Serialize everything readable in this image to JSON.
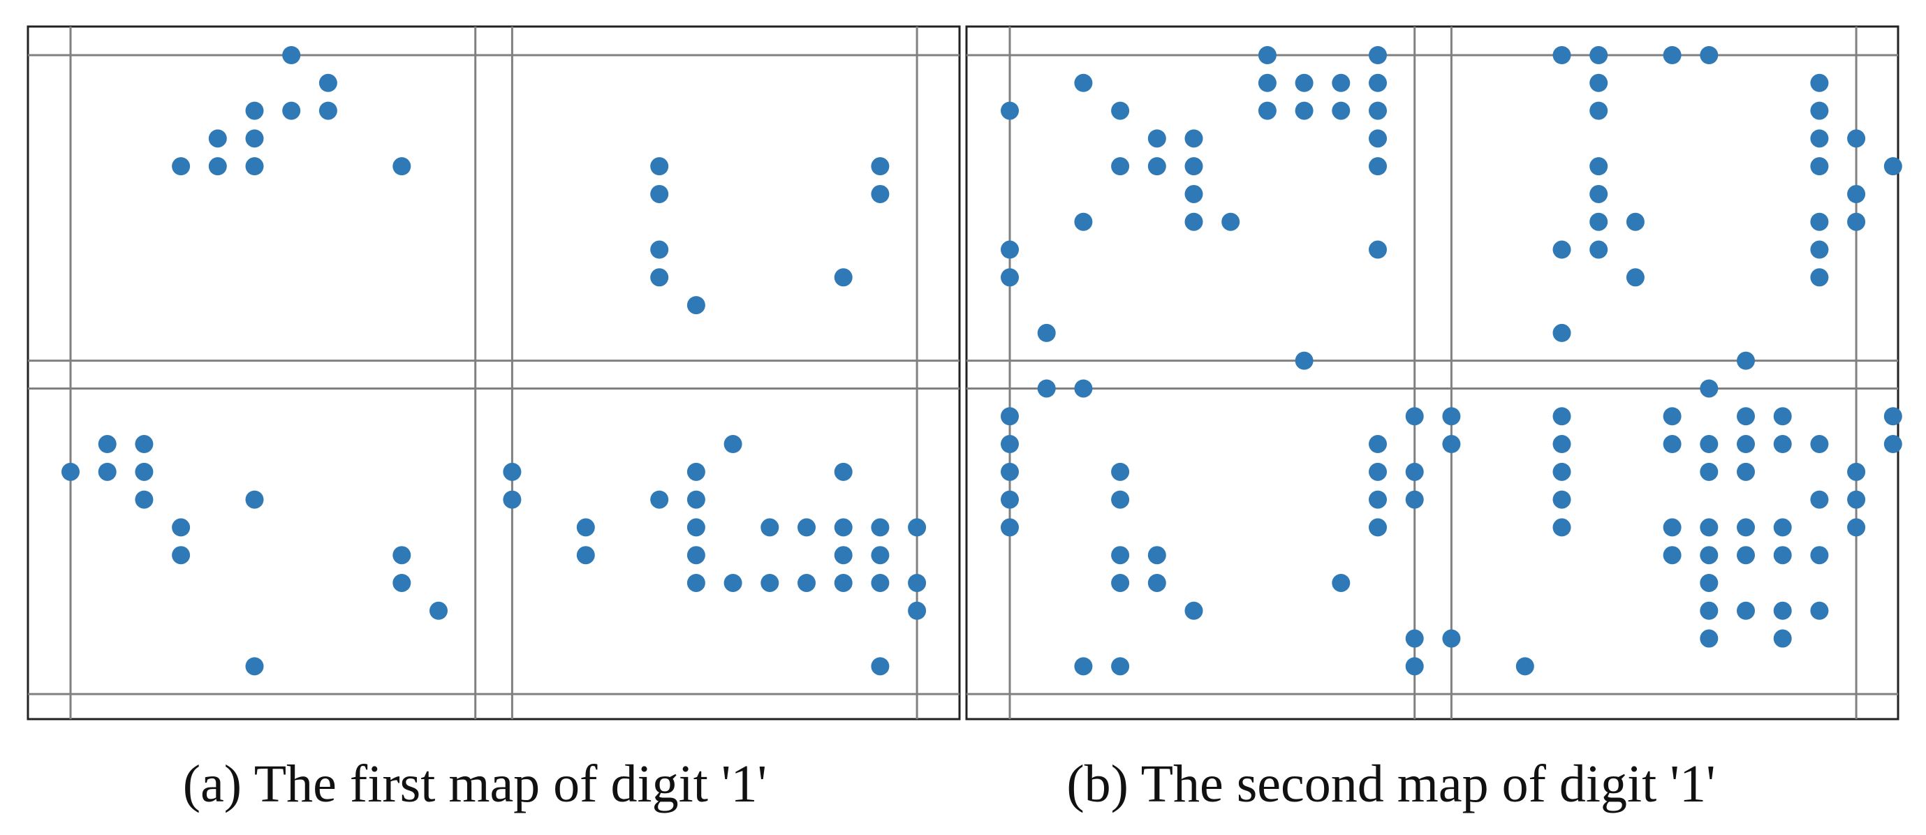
{
  "marker_color": "#2f79b6",
  "grid_color": "#808080",
  "chart_data": [
    {
      "type": "scatter",
      "caption": "(a)  The first map of digit '1'",
      "grid": true,
      "points": [
        [
          6,
          0
        ],
        [
          7,
          1
        ],
        [
          5,
          2
        ],
        [
          6,
          2
        ],
        [
          7,
          2
        ],
        [
          4,
          3
        ],
        [
          5,
          3
        ],
        [
          3,
          4
        ],
        [
          4,
          4
        ],
        [
          5,
          4
        ],
        [
          9,
          4
        ],
        [
          16,
          4
        ],
        [
          16,
          5
        ],
        [
          22,
          4
        ],
        [
          22,
          5
        ],
        [
          16,
          7
        ],
        [
          16,
          8
        ],
        [
          17,
          9
        ],
        [
          21,
          8
        ],
        [
          1,
          14
        ],
        [
          2,
          14
        ],
        [
          1,
          15
        ],
        [
          2,
          15
        ],
        [
          0,
          15
        ],
        [
          2,
          16
        ],
        [
          3,
          17
        ],
        [
          3,
          18
        ],
        [
          5,
          16
        ],
        [
          9,
          18
        ],
        [
          9,
          19
        ],
        [
          10,
          20
        ],
        [
          5,
          22
        ],
        [
          18,
          14
        ],
        [
          12,
          15
        ],
        [
          12,
          16
        ],
        [
          17,
          15
        ],
        [
          21,
          15
        ],
        [
          16,
          16
        ],
        [
          17,
          16
        ],
        [
          14,
          17
        ],
        [
          17,
          17
        ],
        [
          19,
          17
        ],
        [
          20,
          17
        ],
        [
          21,
          17
        ],
        [
          22,
          17
        ],
        [
          23,
          17
        ],
        [
          14,
          18
        ],
        [
          17,
          18
        ],
        [
          21,
          18
        ],
        [
          22,
          18
        ],
        [
          17,
          19
        ],
        [
          18,
          19
        ],
        [
          19,
          19
        ],
        [
          20,
          19
        ],
        [
          21,
          19
        ],
        [
          22,
          19
        ],
        [
          23,
          19
        ],
        [
          23,
          20
        ],
        [
          22,
          22
        ]
      ]
    },
    {
      "type": "scatter",
      "caption": "(b)  The second map of digit '1'",
      "grid": true,
      "points": [
        [
          7,
          0
        ],
        [
          10,
          0
        ],
        [
          16,
          0
        ],
        [
          2,
          1
        ],
        [
          7,
          1
        ],
        [
          8,
          1
        ],
        [
          9,
          1
        ],
        [
          10,
          1
        ],
        [
          0,
          2
        ],
        [
          3,
          2
        ],
        [
          7,
          2
        ],
        [
          8,
          2
        ],
        [
          9,
          2
        ],
        [
          10,
          2
        ],
        [
          4,
          3
        ],
        [
          5,
          3
        ],
        [
          10,
          3
        ],
        [
          3,
          4
        ],
        [
          4,
          4
        ],
        [
          5,
          4
        ],
        [
          10,
          4
        ],
        [
          5,
          5
        ],
        [
          2,
          6
        ],
        [
          5,
          6
        ],
        [
          6,
          6
        ],
        [
          0,
          7
        ],
        [
          10,
          7
        ],
        [
          0,
          8
        ],
        [
          1,
          10
        ],
        [
          15,
          0
        ],
        [
          18,
          0
        ],
        [
          19,
          0
        ],
        [
          16,
          1
        ],
        [
          16,
          2
        ],
        [
          16,
          4
        ],
        [
          16,
          5
        ],
        [
          16,
          6
        ],
        [
          17,
          6
        ],
        [
          15,
          7
        ],
        [
          16,
          7
        ],
        [
          17,
          8
        ],
        [
          22,
          1
        ],
        [
          22,
          2
        ],
        [
          22,
          3
        ],
        [
          23,
          3
        ],
        [
          22,
          4
        ],
        [
          24,
          4
        ],
        [
          23,
          5
        ],
        [
          22,
          6
        ],
        [
          23,
          6
        ],
        [
          22,
          7
        ],
        [
          22,
          8
        ],
        [
          15,
          10
        ],
        [
          8,
          11
        ],
        [
          1,
          12
        ],
        [
          2,
          12
        ],
        [
          0,
          13
        ],
        [
          11,
          13
        ],
        [
          0,
          14
        ],
        [
          10,
          14
        ],
        [
          0,
          15
        ],
        [
          3,
          15
        ],
        [
          10,
          15
        ],
        [
          11,
          15
        ],
        [
          0,
          16
        ],
        [
          10,
          16
        ],
        [
          3,
          16
        ],
        [
          11,
          16
        ],
        [
          0,
          17
        ],
        [
          10,
          17
        ],
        [
          3,
          18
        ],
        [
          4,
          18
        ],
        [
          3,
          19
        ],
        [
          4,
          19
        ],
        [
          9,
          19
        ],
        [
          5,
          20
        ],
        [
          11,
          21
        ],
        [
          12,
          21
        ],
        [
          2,
          22
        ],
        [
          3,
          22
        ],
        [
          11,
          22
        ],
        [
          20,
          11
        ],
        [
          19,
          12
        ],
        [
          12,
          13
        ],
        [
          15,
          13
        ],
        [
          18,
          13
        ],
        [
          20,
          13
        ],
        [
          21,
          13
        ],
        [
          24,
          13
        ],
        [
          12,
          14
        ],
        [
          15,
          14
        ],
        [
          18,
          14
        ],
        [
          19,
          14
        ],
        [
          20,
          14
        ],
        [
          21,
          14
        ],
        [
          22,
          14
        ],
        [
          24,
          14
        ],
        [
          15,
          15
        ],
        [
          19,
          15
        ],
        [
          20,
          15
        ],
        [
          23,
          15
        ],
        [
          15,
          16
        ],
        [
          22,
          16
        ],
        [
          23,
          16
        ],
        [
          15,
          17
        ],
        [
          18,
          17
        ],
        [
          19,
          17
        ],
        [
          20,
          17
        ],
        [
          21,
          17
        ],
        [
          23,
          17
        ],
        [
          18,
          18
        ],
        [
          19,
          18
        ],
        [
          20,
          18
        ],
        [
          21,
          18
        ],
        [
          22,
          18
        ],
        [
          19,
          19
        ],
        [
          19,
          20
        ],
        [
          20,
          20
        ],
        [
          21,
          20
        ],
        [
          22,
          20
        ],
        [
          19,
          21
        ],
        [
          21,
          21
        ],
        [
          14,
          22
        ]
      ]
    }
  ]
}
